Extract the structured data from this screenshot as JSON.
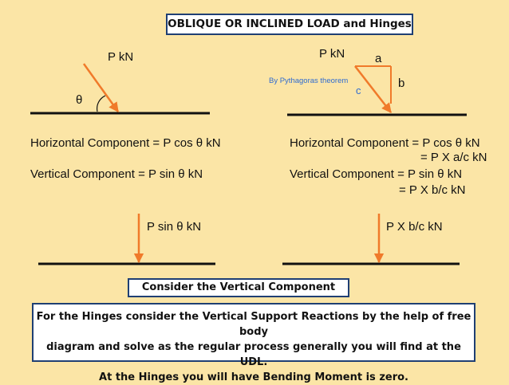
{
  "title": "OBLIQUE OR INCLINED LOAD and Hinges",
  "left_top": {
    "load_label": "P kN",
    "angle_label": "θ",
    "horizontal": "Horizontal Component = P cos θ kN",
    "vertical": "Vertical Component = P sin θ kN"
  },
  "right_top": {
    "load_label": "P kN",
    "side_a": "a",
    "side_b": "b",
    "side_c": "c",
    "pythagoras": "By Pythagoras theorem",
    "horizontal": "Horizontal Component = P cos θ kN",
    "horizontal_eq": "= P X a/c kN",
    "vertical": "Vertical Component = P sin θ kN",
    "vertical_eq": "= P X b/c kN"
  },
  "left_bottom": {
    "load_label": "P sin θ kN"
  },
  "right_bottom": {
    "load_label": "P X b/c kN"
  },
  "vertical_box": "Consider the Vertical Component",
  "note": {
    "line1": "For the Hinges consider the Vertical Support Reactions  by the help of free body",
    "line2": "diagram and solve as the regular process generally you will find at the UDL.",
    "line3": "At the Hinges you will have Bending Moment is zero."
  },
  "colors": {
    "background": "#fbe5a6",
    "arrow": "#f07a2a",
    "beam": "#111111",
    "box_border": "#1f3f73",
    "accent_text": "#2f6bd0"
  }
}
